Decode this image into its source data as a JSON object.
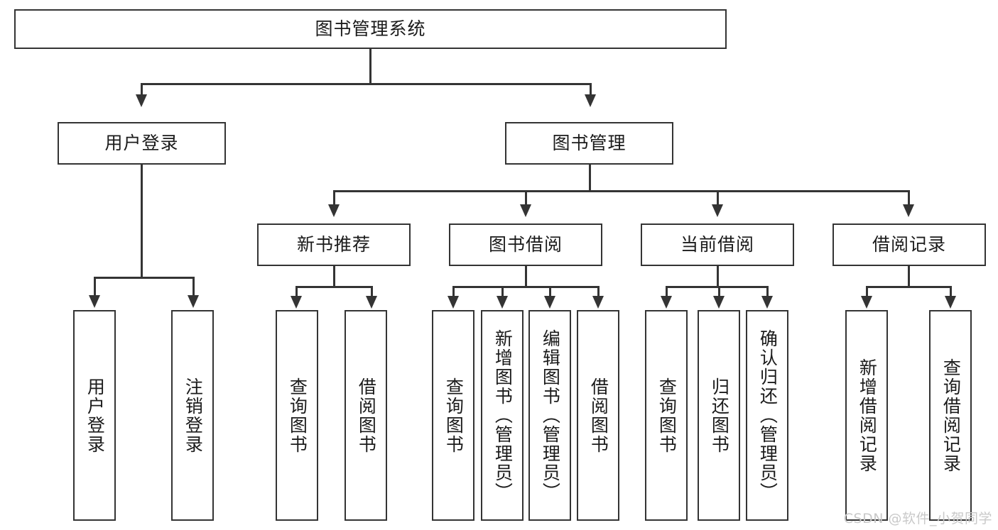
{
  "diagram": {
    "type": "tree-hierarchy-chart",
    "title": "图书管理系统",
    "watermark": "CSDN @软件_小贺同学",
    "colors": {
      "stroke": "#343434",
      "fill": "#ffffff",
      "text": "#1b1b1b",
      "watermark": "#c9c9c9"
    },
    "levels": {
      "root": {
        "label": "图书管理系统"
      },
      "level2": [
        {
          "id": "user-login",
          "label": "用户登录"
        },
        {
          "id": "book-management",
          "label": "图书管理"
        }
      ],
      "level3": [
        {
          "id": "new-book-recommend",
          "label": "新书推荐"
        },
        {
          "id": "book-borrow",
          "label": "图书借阅"
        },
        {
          "id": "current-borrow",
          "label": "当前借阅"
        },
        {
          "id": "borrow-record",
          "label": "借阅记录"
        }
      ],
      "leaves": {
        "user-login": [
          {
            "id": "leaf-user-login",
            "label": "用户登录"
          },
          {
            "id": "leaf-logout-login",
            "label": "注销登录"
          }
        ],
        "new-book-recommend": [
          {
            "id": "leaf-query-book-1",
            "label": "查询图书"
          },
          {
            "id": "leaf-borrow-book-1",
            "label": "借阅图书"
          }
        ],
        "book-borrow": [
          {
            "id": "leaf-query-book-2",
            "label": "查询图书"
          },
          {
            "id": "leaf-add-book-admin",
            "label": "新增图书（管理员）"
          },
          {
            "id": "leaf-edit-book-admin",
            "label": "编辑图书（管理员）"
          },
          {
            "id": "leaf-borrow-book-2",
            "label": "借阅图书"
          }
        ],
        "current-borrow": [
          {
            "id": "leaf-query-book-3",
            "label": "查询图书"
          },
          {
            "id": "leaf-return-book",
            "label": "归还图书"
          },
          {
            "id": "leaf-confirm-return-admin",
            "label": "确认归还（管理员）"
          }
        ],
        "borrow-record": [
          {
            "id": "leaf-add-borrow-record",
            "label": "新增借阅记录"
          },
          {
            "id": "leaf-query-borrow-record",
            "label": "查询借阅记录"
          }
        ]
      }
    }
  }
}
